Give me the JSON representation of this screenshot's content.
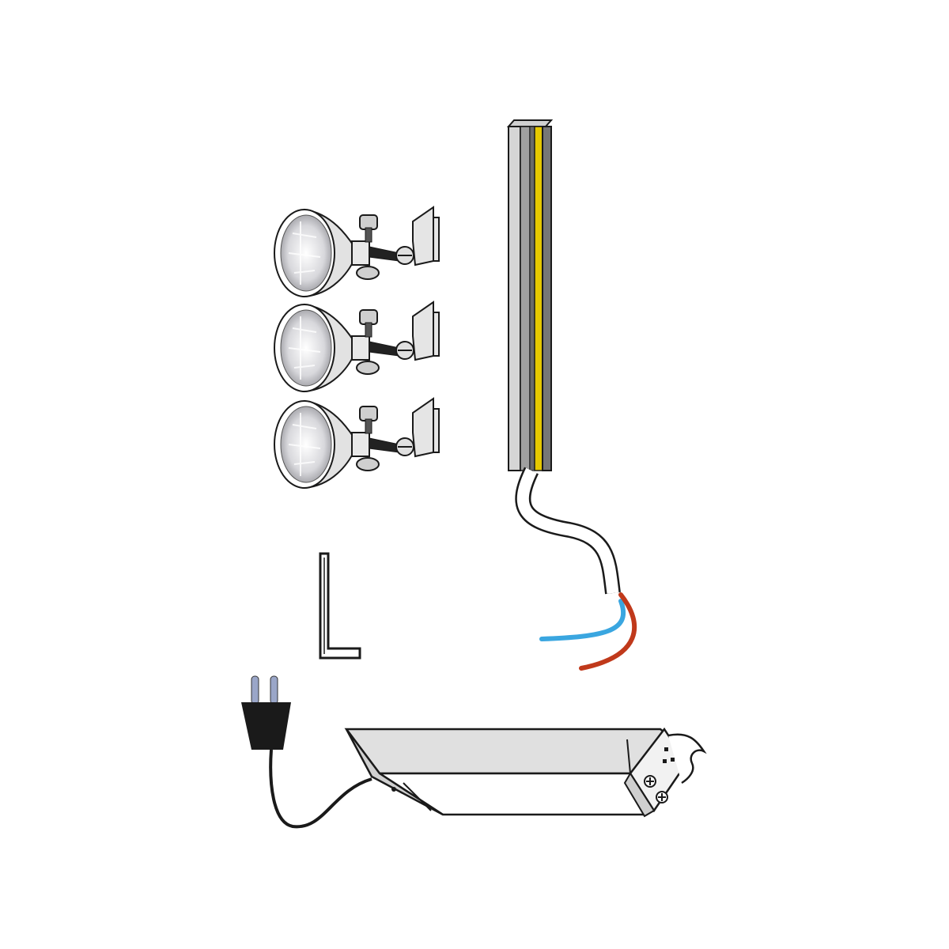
{
  "illustration": {
    "components": [
      {
        "name": "spotlight",
        "count": 3
      },
      {
        "name": "light-rail"
      },
      {
        "name": "allen-key"
      },
      {
        "name": "power-plug"
      },
      {
        "name": "transformer"
      }
    ],
    "colors": {
      "background": "#ffffff",
      "outline": "#1a1a1a",
      "metal_light": "#d9d9d9",
      "metal_mid": "#a6a6a6",
      "metal_dark": "#6e6e6e",
      "rail_stripe": "#e6c800",
      "wire_blue": "#3aa6e0",
      "wire_red": "#c0391b",
      "plug_pins": "#9aa6c8"
    }
  }
}
